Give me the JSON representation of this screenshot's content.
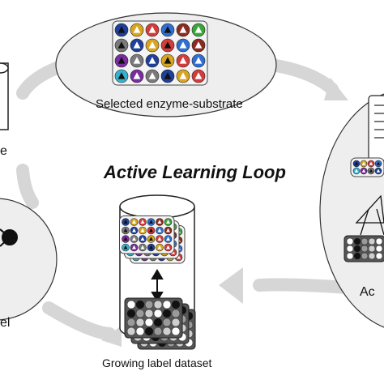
{
  "diagram": {
    "title": "Active Learning Loop",
    "labels": {
      "selected": "Selected enzyme-substrate",
      "growing": "Growing label dataset",
      "left_mid": "e",
      "left_bottom": "el",
      "right_bottom": "Ac"
    },
    "plate_colors": [
      "#1f3f9a",
      "#3aa63a",
      "#7b2c9e",
      "#2f6fd1",
      "#6a3c9a",
      "#d9a520",
      "#e44aa0",
      "#7a7a7a",
      "#8c2a1f",
      "#34b3d1",
      "#d63b3b",
      "#9aa0a6"
    ],
    "arrow_color": "#d6d6d6"
  }
}
